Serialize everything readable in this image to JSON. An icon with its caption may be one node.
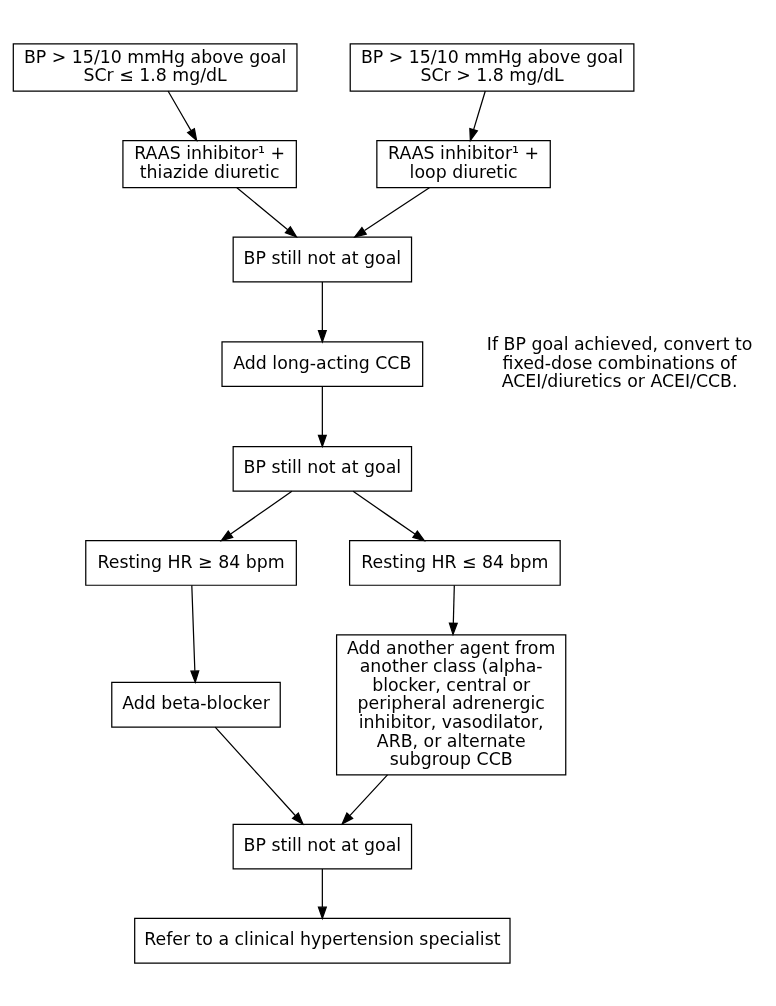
{
  "diagram": {
    "nodes": [
      {
        "text": [
          "BP > 15/10 mmHg above goal",
          "SCr ≤ 1.8 mg/dL"
        ]
      },
      {
        "text": [
          "BP > 15/10 mmHg above goal",
          "SCr > 1.8 mg/dL"
        ]
      },
      {
        "text": [
          "RAAS inhibitor¹ + thiazide diuretic"
        ]
      },
      {
        "text": [
          "RAAS inhibitor¹ + loop diuretic"
        ]
      },
      {
        "text": [
          "BP still not at goal"
        ]
      },
      {
        "text": [
          "Add long-acting CCB"
        ]
      },
      {
        "text": [
          "BP still not at goal"
        ]
      },
      {
        "text": [
          "Resting HR ≥ 84 bpm"
        ]
      },
      {
        "text": [
          "Resting HR ≤ 84 bpm"
        ]
      },
      {
        "text": [
          "Add beta-blocker"
        ]
      },
      {
        "text": [
          "Add another agent from another class (alpha-blocker, central or peripheral adrenergic inhibitor, vasodilator, ARB, or alternate subgroup CCB"
        ]
      },
      {
        "text": [
          "BP still not at goal"
        ]
      },
      {
        "text": [
          "Refer to a clinical hypertension specialist"
        ]
      }
    ],
    "edges": [
      {
        "from": 0,
        "to": 2,
        "arrow": "to"
      },
      {
        "from": 1,
        "to": 3,
        "arrow": "to"
      },
      {
        "from": 2,
        "to": 4,
        "arrow": "to"
      },
      {
        "from": 3,
        "to": 4,
        "arrow": "to"
      },
      {
        "from": 4,
        "to": 5,
        "arrow": "to"
      },
      {
        "from": 5,
        "to": 6,
        "arrow": "to"
      },
      {
        "from": 6,
        "to": 7,
        "arrow": "to"
      },
      {
        "from": 6,
        "to": 8,
        "arrow": "to"
      },
      {
        "from": 7,
        "to": 9,
        "arrow": "to"
      },
      {
        "from": 8,
        "to": 10,
        "arrow": "to"
      },
      {
        "from": 9,
        "to": 11,
        "arrow": "to"
      },
      {
        "from": 10,
        "to": 11,
        "arrow": "to"
      },
      {
        "from": 11,
        "to": 12,
        "arrow": "to"
      }
    ],
    "labels": [
      "If BP goal achieved, convert to fixed-dose combinations of ACEI/diuretics or ACEI/CCB."
    ]
  }
}
